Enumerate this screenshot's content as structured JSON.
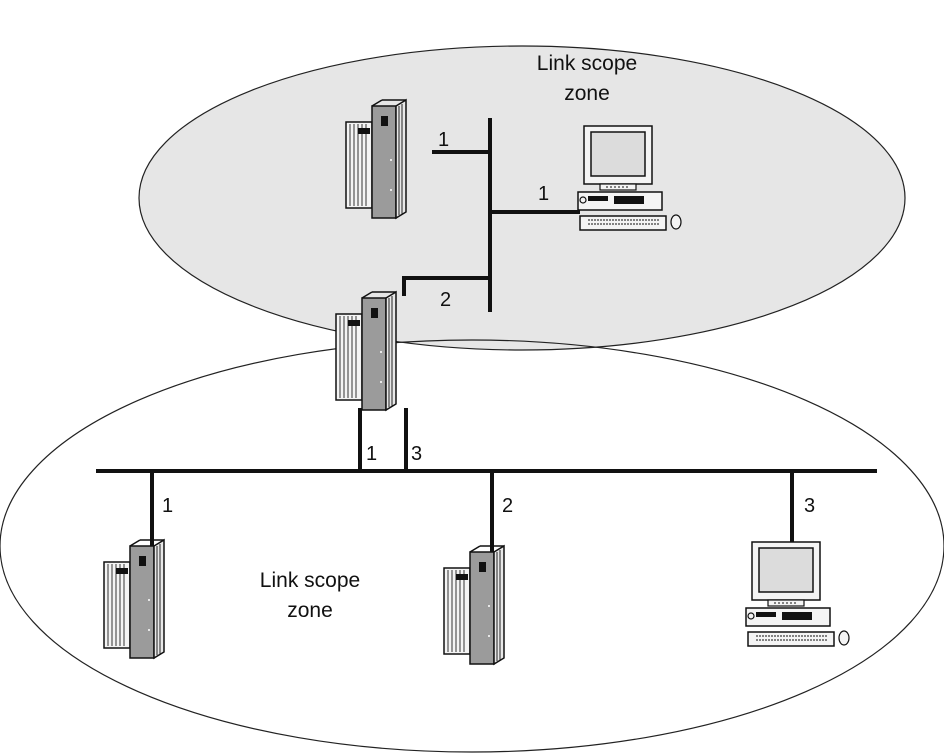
{
  "zones": {
    "upper": {
      "label_line1": "Link scope",
      "label_line2": "zone",
      "fill": "#e6e6e6"
    },
    "lower": {
      "label_line1": "Link scope",
      "label_line2": "zone",
      "fill": "#ffffff"
    }
  },
  "upper_network": {
    "server_interface": "1",
    "workstation_interface": "1"
  },
  "router": {
    "upper_interface": "2",
    "lower_interface_left": "1",
    "lower_interface_right": "3"
  },
  "lower_network": {
    "server_left_interface": "1",
    "server_middle_interface": "2",
    "workstation_interface": "3"
  },
  "icons": {
    "server": "server-icon",
    "workstation": "workstation-icon"
  },
  "colors": {
    "line": "#111111",
    "device_light": "#f2f2f2",
    "device_mid": "#9a9a9a",
    "device_dark": "#1a1a1a"
  }
}
